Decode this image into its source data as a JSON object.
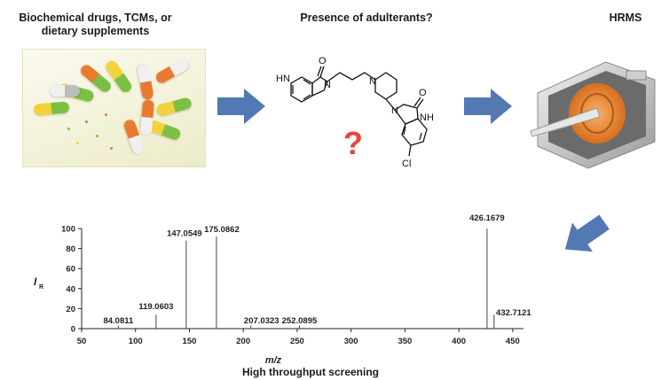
{
  "titles": {
    "sources": "Biochemical drugs, TCMs, or dietary supplements",
    "question": "Presence of adulterants?",
    "instrument": "HRMS",
    "screening": "High throughput screening"
  },
  "molecule": {
    "atoms": {
      "nh_left": "HN",
      "nh_right": "NH",
      "n1": "N",
      "n2": "N",
      "n3": "N",
      "o1": "O",
      "o2": "O",
      "cl": "Cl"
    },
    "question_mark": "?"
  },
  "colors": {
    "arrow": "#5379b4",
    "question_mark": "#e5473a"
  },
  "chart_data": {
    "type": "bar",
    "xlabel": "m/z",
    "ylabel": "I",
    "ylabel_subscript": "R",
    "xlim": [
      50,
      460
    ],
    "ylim": [
      0,
      100
    ],
    "xticks": [
      50,
      100,
      150,
      200,
      250,
      300,
      350,
      400,
      450
    ],
    "yticks": [
      0,
      20,
      40,
      60,
      80,
      100
    ],
    "peaks": [
      {
        "mz": 84.0811,
        "intensity": 3,
        "label": "84.0811"
      },
      {
        "mz": 119.0603,
        "intensity": 14,
        "label": "119.0603"
      },
      {
        "mz": 147.0549,
        "intensity": 88,
        "label": "147.0549"
      },
      {
        "mz": 175.0862,
        "intensity": 92,
        "label": "175.0862"
      },
      {
        "mz": 207.0323,
        "intensity": 3,
        "label": "207.0323"
      },
      {
        "mz": 252.0895,
        "intensity": 3,
        "label": "252.0895"
      },
      {
        "mz": 426.1679,
        "intensity": 100,
        "label": "426.1679"
      },
      {
        "mz": 432.7121,
        "intensity": 14,
        "label": "432.7121"
      }
    ]
  }
}
